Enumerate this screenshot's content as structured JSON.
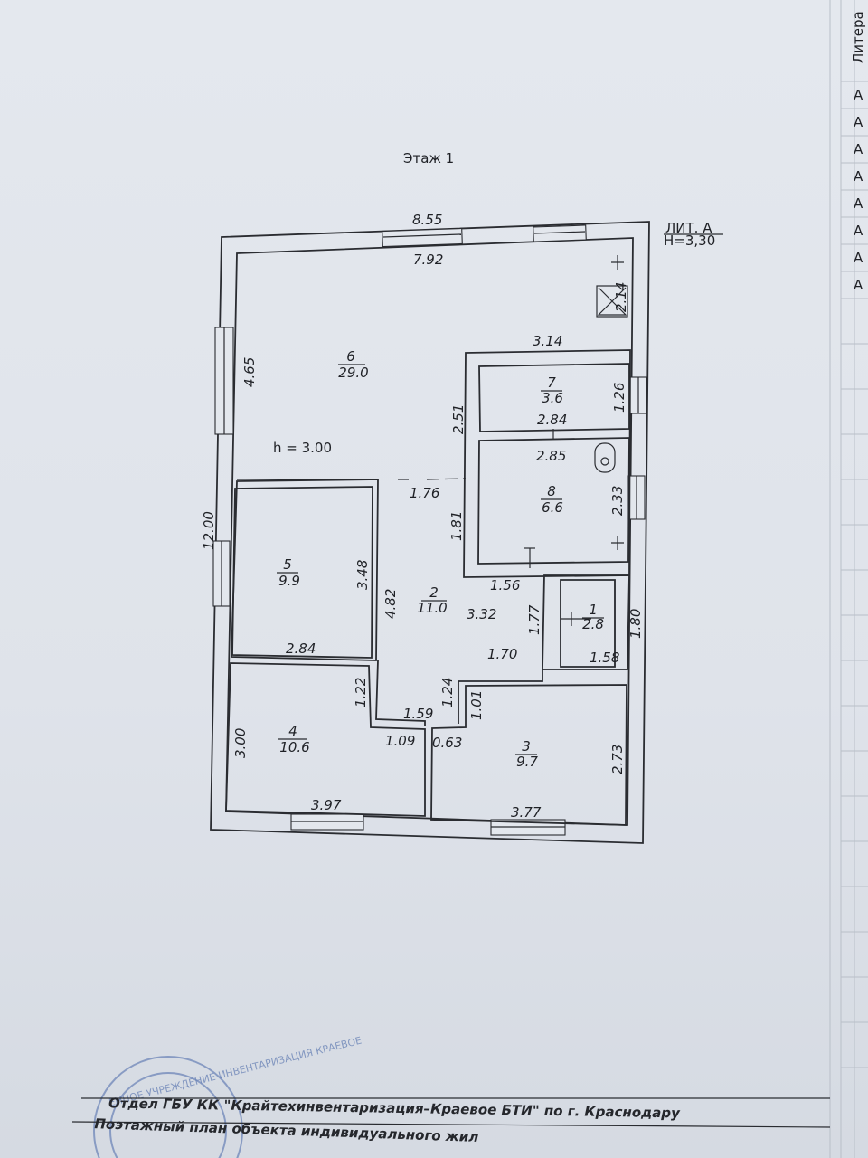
{
  "floor_label": "Этаж 1",
  "liter": {
    "name": "ЛИТ. А",
    "height": "H=3,30"
  },
  "room_height": "h  =  3.00",
  "rooms": [
    {
      "number": "6",
      "area": "29.0"
    },
    {
      "number": "7",
      "area": "3.6"
    },
    {
      "number": "8",
      "area": "6.6"
    },
    {
      "number": "5",
      "area": "9.9"
    },
    {
      "number": "2",
      "area": "11.0"
    },
    {
      "number": "1",
      "area": "2.8"
    },
    {
      "number": "4",
      "area": "10.6"
    },
    {
      "number": "3",
      "area": "9.7"
    }
  ],
  "dimensions": {
    "outer_width": "8.55",
    "room6_top": "7.92",
    "outer_height": "12.00",
    "room6_left": "4.65",
    "stair": "2.14",
    "room7_top": "3.14",
    "room7_bottom": "2.84",
    "room7_side": "1.26",
    "block_side": "2.51",
    "room8_top": "2.85",
    "room8_side": "2.33",
    "room8_left": "1.81",
    "corridor_top": "1.76",
    "room5_side": "3.48",
    "room5_bottom": "2.84",
    "corridor_side": "4.82",
    "corridor_mid": "1.56",
    "corridor_width": "3.32",
    "room1_side": "1.77",
    "room1_right": "1.80",
    "room1_bottom": "1.58",
    "corridor_low": "1.70",
    "room4_side_top": "1.22",
    "corridor_step": "1.24",
    "room3_side_top": "1.01",
    "corridor_bottom": "1.59",
    "niche_a": "1.09",
    "niche_b": "0.63",
    "room4_side": "3.00",
    "room3_side": "2.73",
    "room4_bottom": "3.97",
    "room3_bottom": "3.77"
  },
  "margin_letters": [
    "Литера",
    "А",
    "А",
    "А",
    "А",
    "А",
    "А",
    "А",
    "А"
  ],
  "footer": {
    "line1": "Отдел ГБУ КК \"Крайтехинвентаризация–Краевое БТИ\" по г. Краснодару",
    "line2": "Поэтажный план объекта индивидуального жил"
  },
  "stamp_text": "ЕННОЕ УЧРЕЖДЕНИЕ ИНВЕНТАРИЗАЦИЯ КРАЕВОЕ"
}
